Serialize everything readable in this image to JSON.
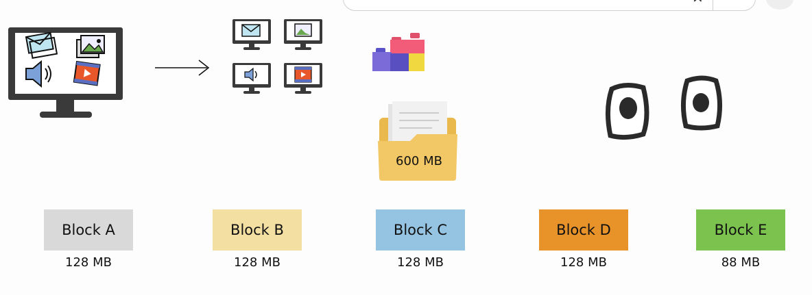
{
  "search": {
    "text": ""
  },
  "folder": {
    "label": "600 MB",
    "color": "#F2C765"
  },
  "blocks": [
    {
      "label": "Block A",
      "size": "128 MB",
      "color": "#D9D9D9"
    },
    {
      "label": "Block B",
      "size": "128 MB",
      "color": "#F4DFA3"
    },
    {
      "label": "Block C",
      "size": "128 MB",
      "color": "#95C4E3"
    },
    {
      "label": "Block D",
      "size": "128 MB",
      "color": "#E8922A"
    },
    {
      "label": "Block E",
      "size": "88 MB",
      "color": "#7BC24F"
    }
  ],
  "icons": [
    "monitor-icon",
    "email-icon",
    "image-icon",
    "audio-icon",
    "video-icon",
    "arrow-icon",
    "lego-bricks-icon",
    "folder-icon",
    "storage-node-icon"
  ]
}
